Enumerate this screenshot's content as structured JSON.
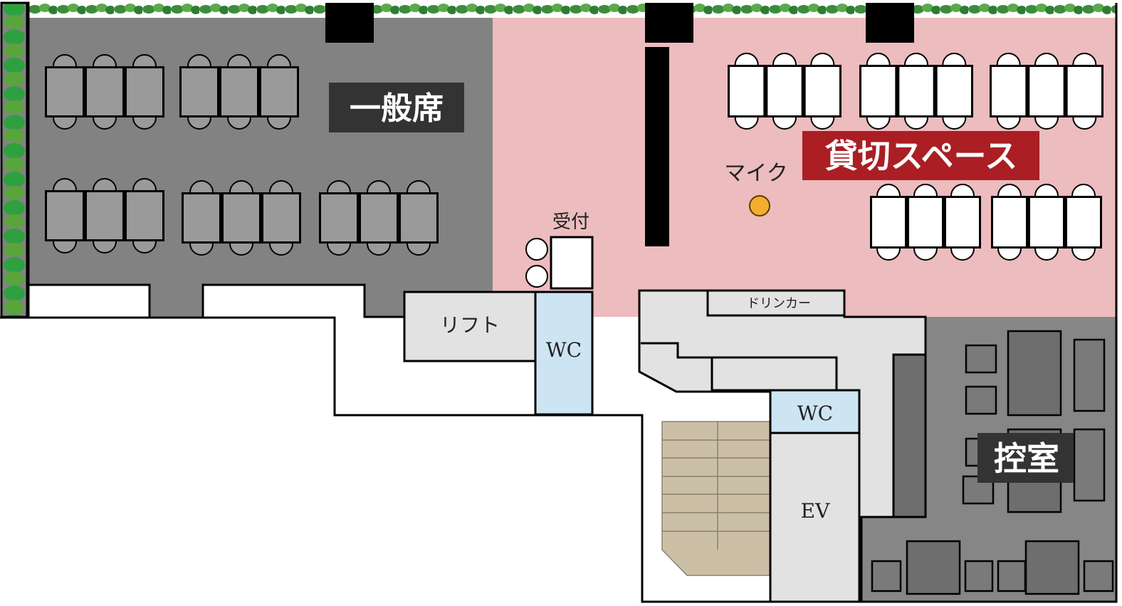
{
  "labels": {
    "general_seating": "一般席",
    "private_space": "貸切スペース",
    "microphone": "マイク",
    "reception": "受付",
    "lift": "リフト",
    "wc_left": "WC",
    "wc_right": "WC",
    "drinker": "ドリンカー",
    "elevator": "EV",
    "waiting_room": "控室"
  },
  "colors": {
    "general_area": "#828282",
    "private_area": "#ecbcbe",
    "waiting_area": "#868686",
    "wc": "#cde4f3",
    "service": "#e2e2e2",
    "stairs": "#cbbfa6",
    "private_label_bg": "#aa1e24",
    "dark_label_bg": "#333333",
    "mic_marker": "#f5ad2f",
    "hedge": "#3f9a3f"
  }
}
